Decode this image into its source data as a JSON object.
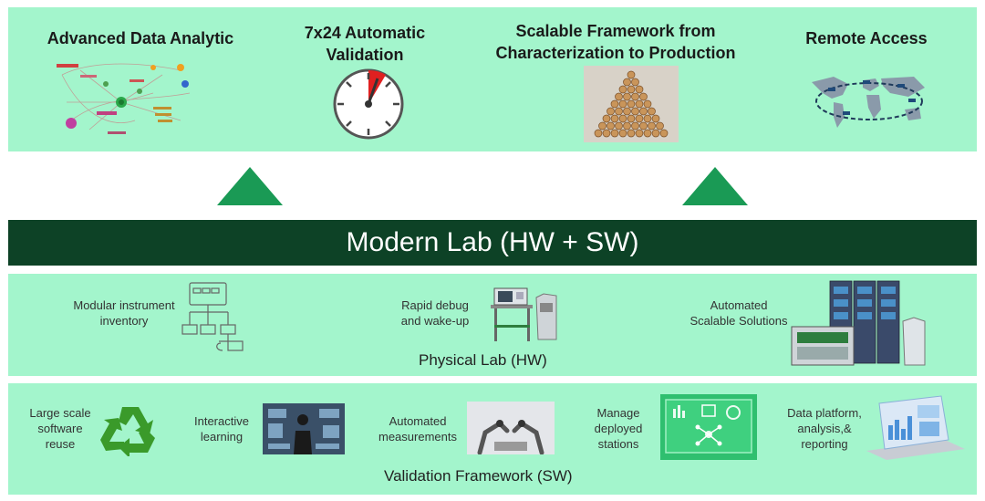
{
  "top": {
    "items": [
      {
        "title": "Advanced Data Analytic",
        "icon": "network-graph-icon"
      },
      {
        "title_line1": "7x24 Automatic",
        "title_line2": "Validation",
        "icon": "stopwatch-icon"
      },
      {
        "title_line1": "Scalable Framework from",
        "title_line2": "Characterization to Production",
        "icon": "pyramid-icon"
      },
      {
        "title": "Remote Access",
        "icon": "world-map-icon"
      }
    ]
  },
  "banner": {
    "label": "Modern Lab (HW + SW)"
  },
  "hw": {
    "label": "Physical Lab (HW)",
    "items": [
      {
        "line1": "Modular instrument",
        "line2": "inventory",
        "icon": "modular-hierarchy-icon"
      },
      {
        "line1": "Rapid debug",
        "line2": "and wake-up",
        "icon": "test-bench-icon"
      },
      {
        "line1": "Automated",
        "line2": "Scalable Solutions",
        "icon": "instrument-rack-icon"
      }
    ]
  },
  "sw": {
    "label": "Validation Framework (SW)",
    "items": [
      {
        "line1": "Large scale",
        "line2": "software",
        "line3": "reuse",
        "icon": "recycle-icon"
      },
      {
        "line1": "Interactive",
        "line2": "learning",
        "icon": "interactive-screen-icon"
      },
      {
        "line1": "Automated",
        "line2": "measurements",
        "icon": "robot-arms-icon"
      },
      {
        "line1": "Manage",
        "line2": "deployed",
        "line3": "stations",
        "icon": "monitor-dashboard-icon"
      },
      {
        "line1": "Data platform,",
        "line2": "analysis,&",
        "line3": "reporting",
        "icon": "tablet-dashboard-icon"
      }
    ]
  },
  "colors": {
    "panel": "#a3f5cc",
    "banner": "#0d4226",
    "arrow": "#1a9a55"
  }
}
